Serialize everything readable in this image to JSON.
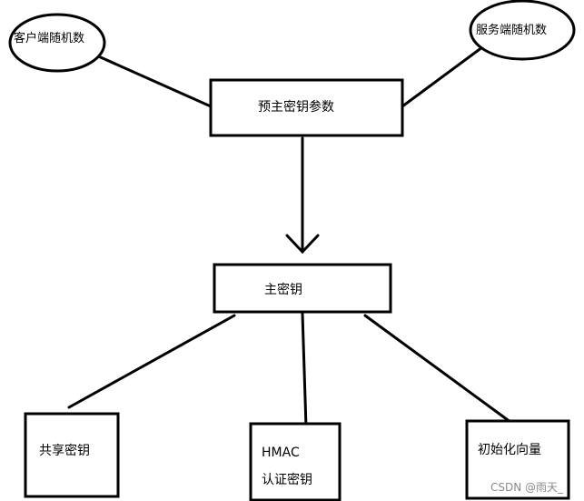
{
  "nodes": {
    "client_random": "客户端随机数",
    "server_random": "服务端随机数",
    "pre_master_key": "预主密钥参数",
    "master_key": "主密钥",
    "shared_key": "共享密钥",
    "hmac_line1": "HMAC",
    "hmac_line2": "认证密钥",
    "iv": "初始化向量"
  },
  "watermark": "CSDN @雨天_"
}
